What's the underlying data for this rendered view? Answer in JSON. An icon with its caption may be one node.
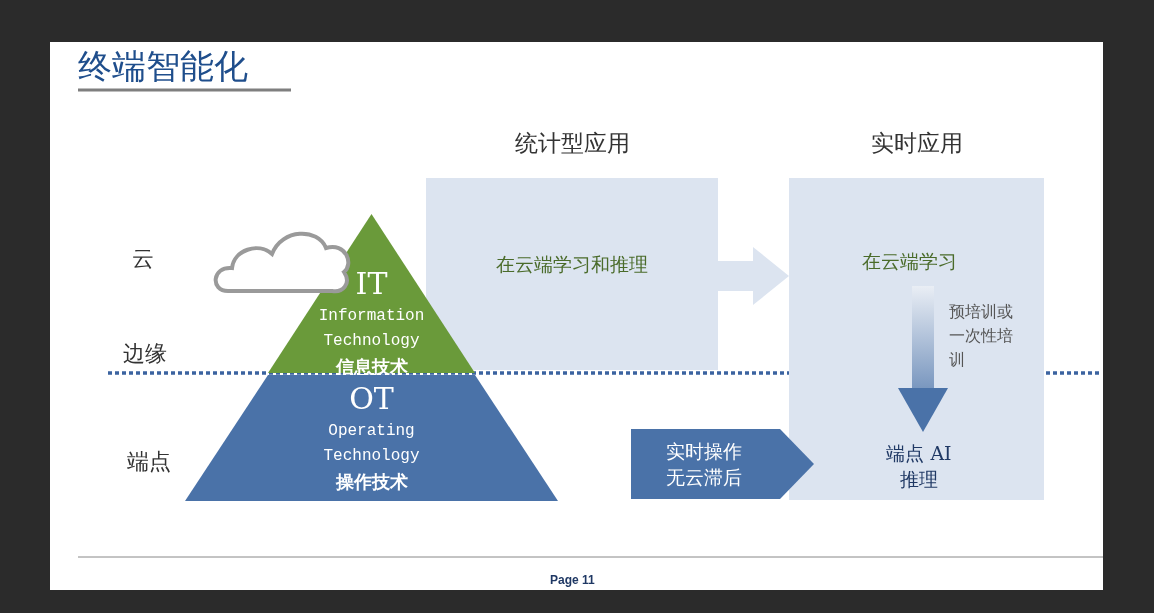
{
  "diagram": {
    "title": "终端智能化",
    "nodes": [
      {
        "text": [
          "统计型应用",
          "在云端学习和推理"
        ]
      },
      {
        "text": [
          "实时应用"
        ]
      },
      {
        "text": [
          "在云端学习"
        ],
        "in": 1
      },
      {
        "text": [
          "端点 AI 推理"
        ],
        "in": 1
      },
      {
        "text": [
          "实时操作无云滞后"
        ]
      },
      {
        "text": [
          "IT",
          "Information Technology",
          "信息技术"
        ]
      },
      {
        "text": [
          "OT",
          "Operating Technology",
          "操作技术"
        ]
      }
    ],
    "edges": [
      {
        "from": 0,
        "to": 1,
        "arrow": "to",
        "color": "#dce4f0"
      },
      {
        "from": 2,
        "to": 3,
        "arrow": "to",
        "label": "预培训或一次性培训"
      }
    ],
    "labels": [
      "云",
      "边缘",
      "端点",
      "Page 11"
    ]
  }
}
